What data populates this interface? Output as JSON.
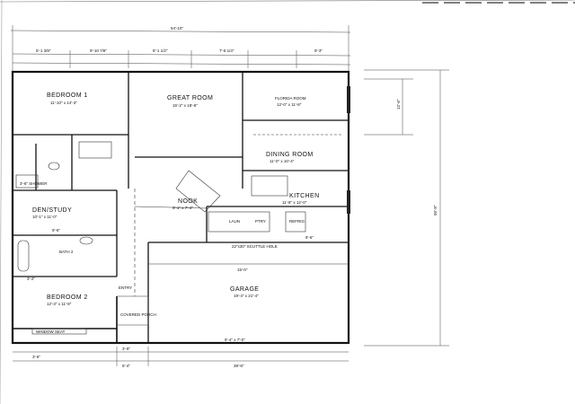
{
  "plan": {
    "rooms": {
      "bedroom1": "BEDROOM 1",
      "great_room": "GREAT ROOM",
      "florida_room": "FLORIDA ROOM",
      "dining_room": "DINING ROOM",
      "den_study": "DEN/STUDY",
      "nook": "NOOK",
      "kitchen": "KITCHEN",
      "bedroom2": "BEDROOM 2",
      "bath2": "BATH 2",
      "garage": "GARAGE",
      "covered_porch": "COVERED PORCH",
      "entry": "ENTRY",
      "laundry": "LAUN",
      "pantry": "PTRY",
      "refrig": "REFRIG"
    },
    "notes": {
      "shower": "3'-6\" SHOWER",
      "scuttle_hole": "22\"x30\" SCUTTLE HOLE",
      "window_seat": "WINDOW SEAT",
      "bed1_size": "11'-10\" x 14'-3\"",
      "great_size": "15'-2\" x 18'-8\"",
      "florida_size": "12'-0\" x 11'-8\"",
      "dining_size": "11'-0\" x 10'-4\"",
      "den_size": "10'-1\" x 11'-0\"",
      "nook_size": "9'-1\" x 7'-4\"",
      "kitchen_size": "11'-8\" x 12'-0\"",
      "bed2_size": "12'-3\" x 11'-8\"",
      "garage_size": "19'-4\" x 21'-4\""
    },
    "dims": {
      "overall_width": "54'-10\"",
      "overall_depth": "56'-8\"",
      "right_depth": "12'-6\"",
      "bottom_total": "38'-8\"",
      "top_1": "5'-1 3/8\"",
      "top_2": "9'-10 7/8\"",
      "top_3": "8'-1 1/2\"",
      "top_4": "7'-6 1/4\"",
      "top_5": "9'-3\"",
      "garage_door": "9'-4\" x 7'-0\"",
      "bottom_1": "3'-6\"",
      "bottom_2": "3'-9\"",
      "entry_w": "5'-4\"",
      "misc_1": "3'-2\"",
      "misc_2": "9'-6\"",
      "misc_3": "15'-0\"",
      "misc_4": "8'-6\""
    }
  }
}
